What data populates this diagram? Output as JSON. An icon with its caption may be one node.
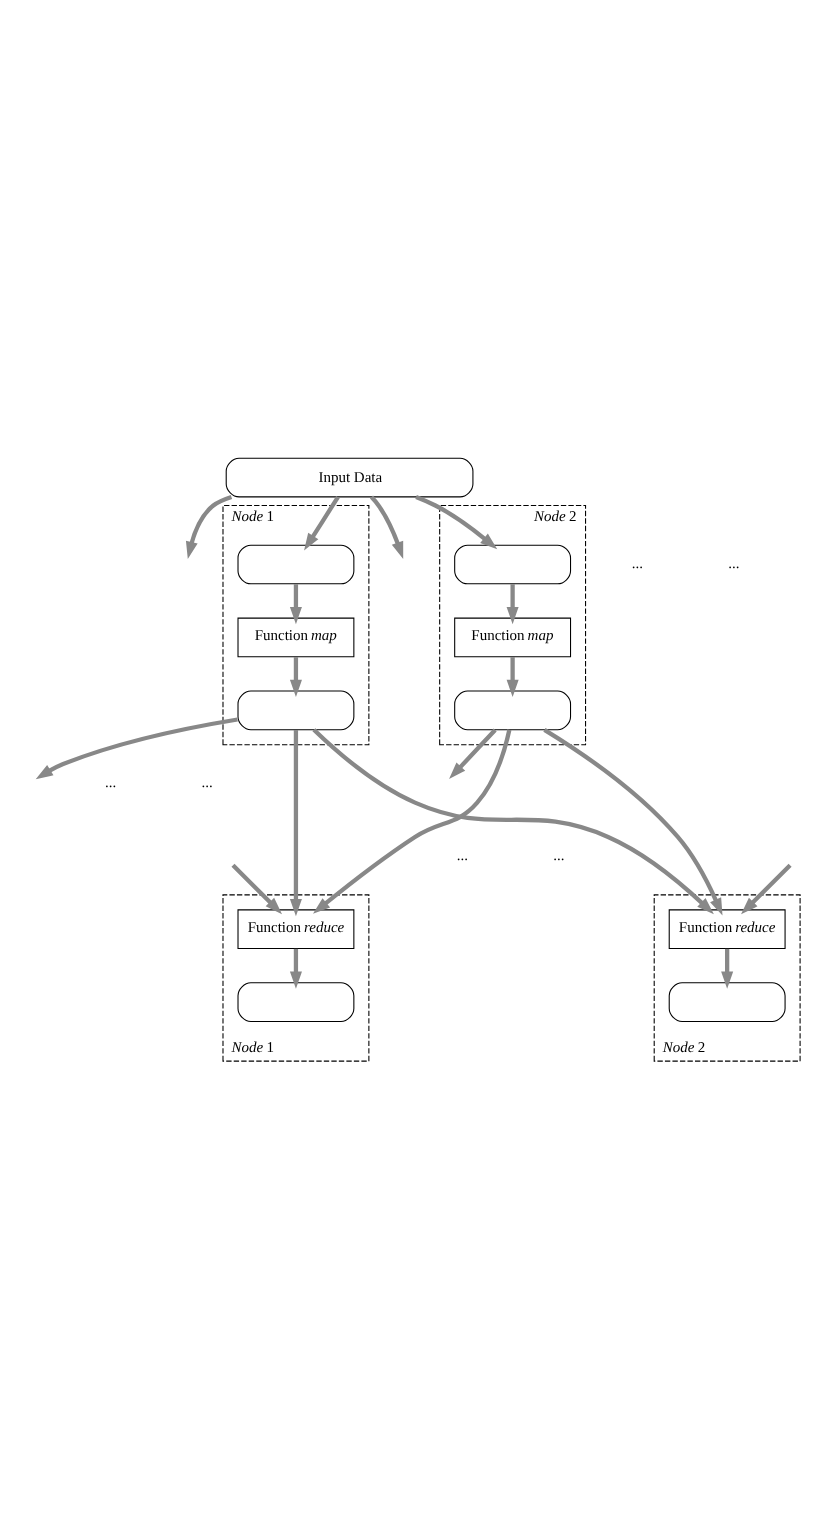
{
  "diagram": {
    "nodes": [
      {
        "text": [
          "Input Data"
        ]
      },
      {
        "text": [
          "*Node* 1"
        ]
      },
      {
        "text": [],
        "shape": "box",
        "in": 1
      },
      {
        "text": [
          "Function *map*"
        ],
        "in": 1
      },
      {
        "text": [],
        "shape": "box",
        "in": 1
      },
      {
        "text": [
          "*Node* 2"
        ]
      },
      {
        "text": [],
        "shape": "box",
        "in": 5
      },
      {
        "text": [
          "Function *map*"
        ],
        "in": 5
      },
      {
        "text": [],
        "shape": "box",
        "in": 5
      },
      {
        "text": [
          "*Node* 1"
        ]
      },
      {
        "text": [
          "Function *reduce*"
        ],
        "in": 9
      },
      {
        "text": [],
        "shape": "box",
        "in": 9
      },
      {
        "text": [
          "*Node* 2"
        ]
      },
      {
        "text": [
          "Function *reduce*"
        ],
        "in": 12
      },
      {
        "text": [],
        "shape": "box",
        "in": 12
      }
    ],
    "edges": [
      {
        "from": 0,
        "to": null,
        "arrow": "to"
      },
      {
        "from": 0,
        "to": 2,
        "arrow": "to"
      },
      {
        "from": 0,
        "to": 6,
        "arrow": "to"
      },
      {
        "from": 0,
        "to": null,
        "arrow": "to"
      },
      {
        "from": 2,
        "to": 3,
        "arrow": "to"
      },
      {
        "from": 3,
        "to": 4,
        "arrow": "to"
      },
      {
        "from": 6,
        "to": 7,
        "arrow": "to"
      },
      {
        "from": 7,
        "to": 8,
        "arrow": "to"
      },
      {
        "from": 4,
        "to": null,
        "arrow": "to"
      },
      {
        "from": 4,
        "to": 10,
        "arrow": "to"
      },
      {
        "from": 4,
        "to": 13,
        "arrow": "to"
      },
      {
        "from": 8,
        "to": 10,
        "arrow": "to"
      },
      {
        "from": 8,
        "to": 13,
        "arrow": "to"
      },
      {
        "from": 8,
        "to": null,
        "arrow": "to"
      },
      {
        "from": null,
        "to": 10,
        "arrow": "to"
      },
      {
        "from": null,
        "to": 13,
        "arrow": "to"
      },
      {
        "from": 10,
        "to": 11,
        "arrow": "to"
      },
      {
        "from": 13,
        "to": 14,
        "arrow": "to"
      }
    ],
    "labels": [
      "...",
      "...",
      "...",
      "...",
      "...",
      "..."
    ]
  }
}
